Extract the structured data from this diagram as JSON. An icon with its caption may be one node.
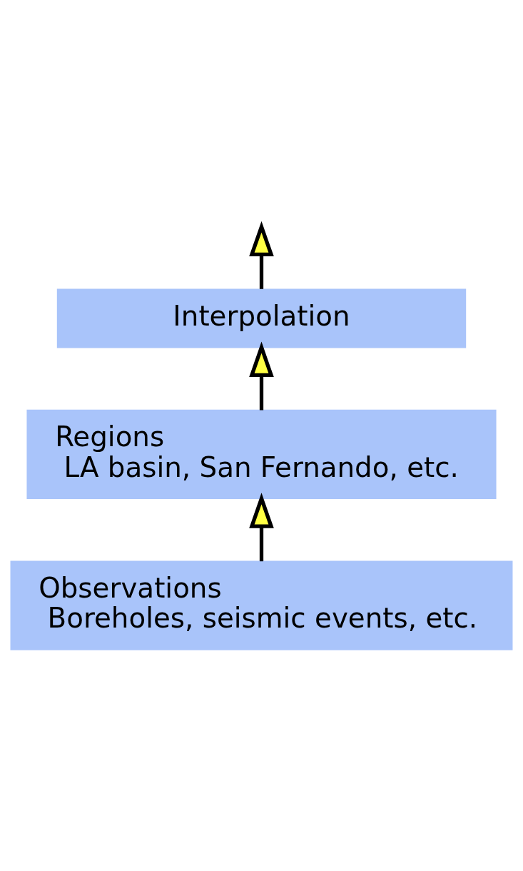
{
  "diagram": {
    "nodes": [
      {
        "text": [
          "Interpolation"
        ]
      },
      {
        "text": [
          "Regions",
          "LA basin, San Fernando, etc."
        ]
      },
      {
        "text": [
          "Observations",
          "Boreholes, seismic events, etc."
        ]
      }
    ],
    "edges": [
      {
        "from": 2,
        "to": 1,
        "arrow": "to"
      },
      {
        "from": 1,
        "to": 0,
        "arrow": "to"
      },
      {
        "from": 0,
        "to": null,
        "arrow": "to"
      }
    ]
  }
}
